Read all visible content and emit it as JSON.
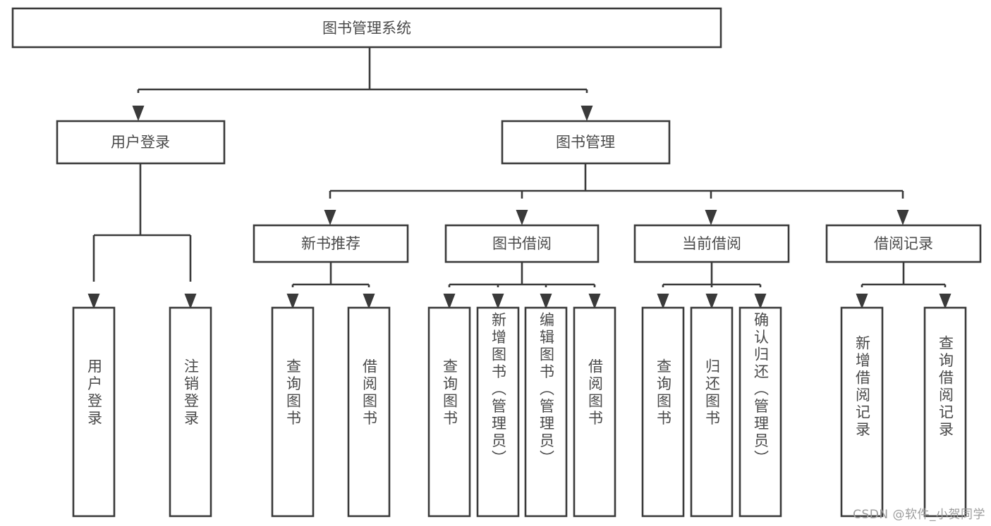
{
  "diagram": {
    "type": "hierarchy-tree",
    "title": "图书管理系统",
    "watermark": "CSDN @软件_小贺同学",
    "colors": {
      "stroke": "#3a3a3a",
      "text": "#4a4a4a",
      "background": "#ffffff",
      "watermark": "#9c9c9c"
    },
    "levels": {
      "root": {
        "label": "图书管理系统"
      },
      "level1": [
        {
          "label": "用户登录"
        },
        {
          "label": "图书管理"
        }
      ],
      "level2": [
        {
          "label": "新书推荐"
        },
        {
          "label": "图书借阅"
        },
        {
          "label": "当前借阅"
        },
        {
          "label": "借阅记录"
        }
      ]
    },
    "leaves": {
      "user_login": [
        {
          "label": "用户登录"
        },
        {
          "label": "注销登录"
        }
      ],
      "new_book_recommend": [
        {
          "label": "查询图书"
        },
        {
          "label": "借阅图书"
        }
      ],
      "book_borrow": [
        {
          "label": "查询图书"
        },
        {
          "label": "新增图书（管理员）"
        },
        {
          "label": "编辑图书（管理员）"
        },
        {
          "label": "借阅图书"
        }
      ],
      "current_borrow": [
        {
          "label": "查询图书"
        },
        {
          "label": "归还图书"
        },
        {
          "label": "确认归还（管理员）"
        }
      ],
      "borrow_record": [
        {
          "label": "新增借阅记录"
        },
        {
          "label": "查询借阅记录"
        }
      ]
    }
  }
}
